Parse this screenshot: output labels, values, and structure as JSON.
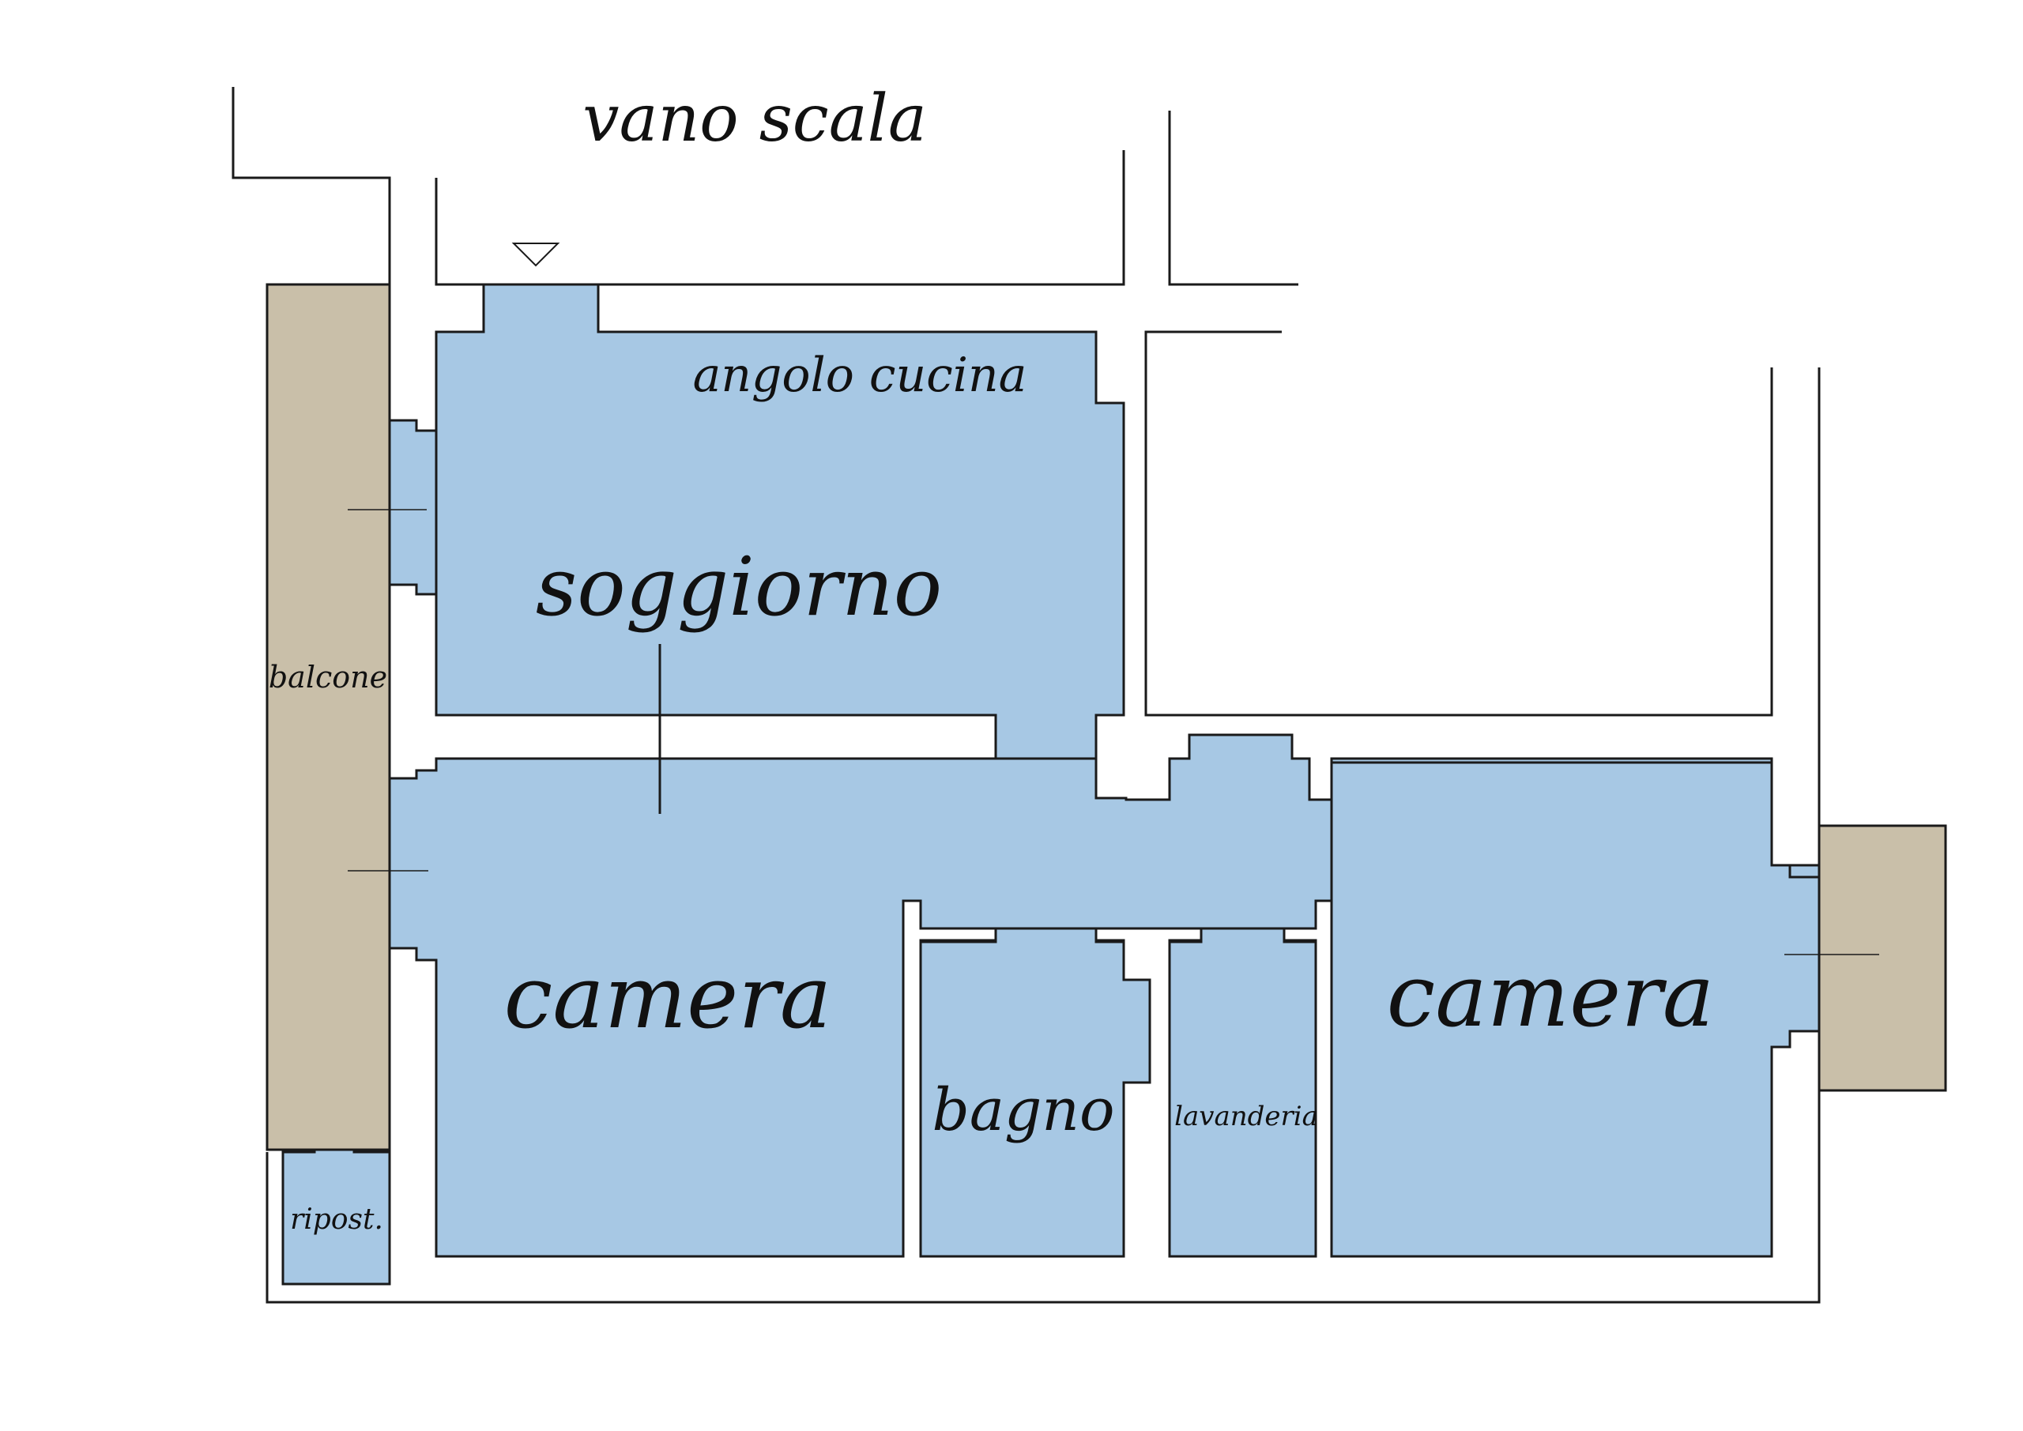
{
  "labels": {
    "stairwell": "vano scala",
    "kitchen_corner": "angolo cucina",
    "living_room": "soggiorno",
    "balcony": "balcone",
    "bedroom_left": "camera",
    "bedroom_right": "camera",
    "bathroom": "bagno",
    "laundry": "lavanderia",
    "storage": "ripost."
  },
  "colors": {
    "room_fill": "#a7c8e4",
    "balcony_fill": "#c9bfa9",
    "line": "#1a1a1a",
    "background": "#ffffff"
  }
}
